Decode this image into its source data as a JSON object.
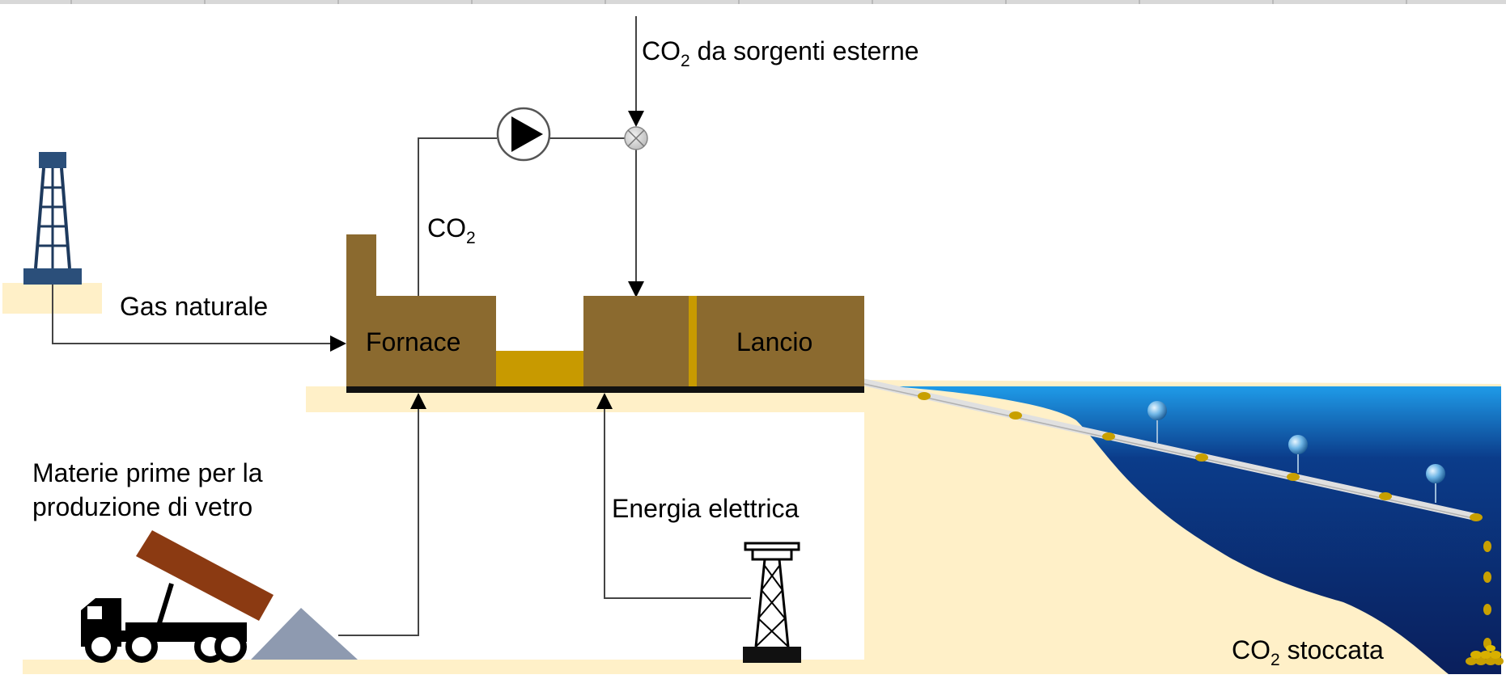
{
  "labels": {
    "co2_external": {
      "main": "CO",
      "sub": "2",
      "rest": " da sorgenti esterne"
    },
    "co2_furnace": {
      "main": "CO",
      "sub": "2"
    },
    "natural_gas": "Gas naturale",
    "furnace": "Fornace",
    "lancio": "Lancio",
    "raw_materials": [
      "Materie prime per la",
      "produzione di vetro"
    ],
    "electricity": "Energia elettrica",
    "co2_stored": {
      "main": "CO",
      "sub": "2",
      "rest": " stoccata"
    }
  },
  "colors": {
    "building_brown": "#8B6A2F",
    "molten_gold": "#C89A00",
    "ground_sand": "#FFF0C8",
    "tower_blue": "#2B4F7A",
    "sea_dark": "#0B2464",
    "sea_light": "#1F8FE0",
    "truck_body": "#8B3A12",
    "pile_grey": "#8E9AB0"
  }
}
